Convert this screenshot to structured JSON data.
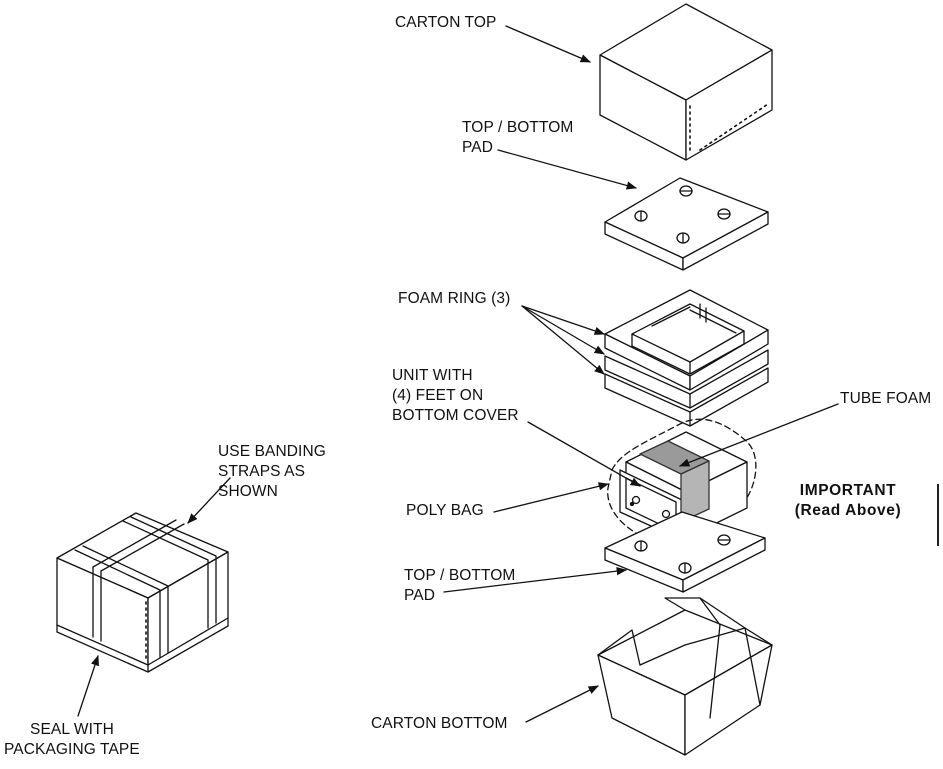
{
  "labels": {
    "carton_top": "CARTON TOP",
    "top_bottom_pad_upper": [
      "TOP / BOTTOM",
      "PAD"
    ],
    "foam_ring": "FOAM RING (3)",
    "unit_with_feet": [
      "UNIT WITH",
      "(4) FEET ON",
      "BOTTOM COVER"
    ],
    "tube_foam": "TUBE FOAM",
    "poly_bag": "POLY BAG",
    "top_bottom_pad_lower": [
      "TOP / BOTTOM",
      "PAD"
    ],
    "carton_bottom": "CARTON BOTTOM",
    "banding_straps": [
      "USE BANDING",
      "STRAPS AS",
      "SHOWN"
    ],
    "seal_tape": [
      "SEAL WITH",
      "PACKAGING TAPE"
    ]
  },
  "important": {
    "title": "IMPORTANT",
    "subtitle": "(Read Above)"
  }
}
